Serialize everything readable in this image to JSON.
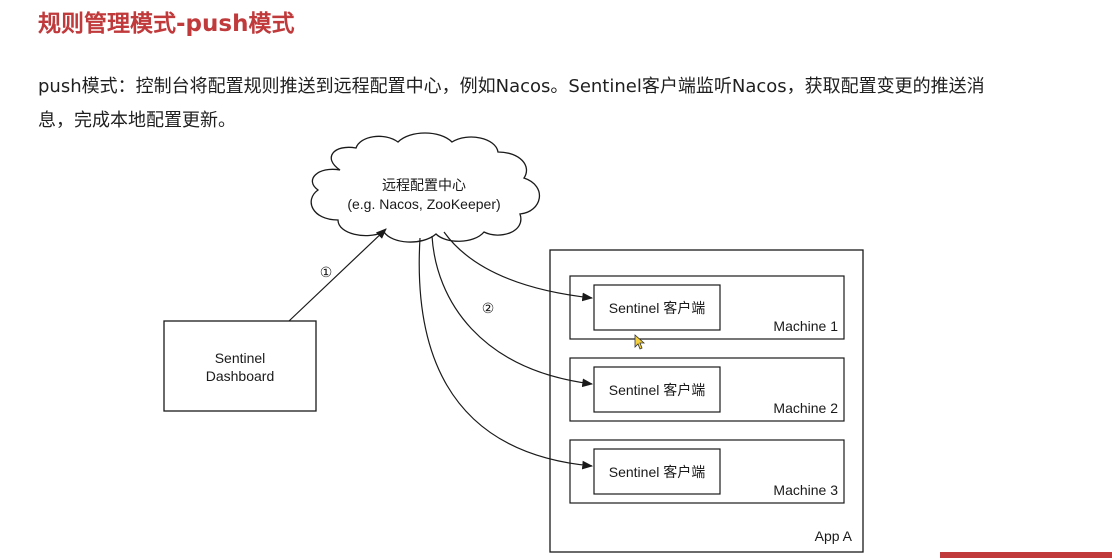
{
  "title": "规则管理模式-push模式",
  "description": {
    "line1": "push模式：控制台将配置规则推送到远程配置中心，例如Nacos。Sentinel客户端监听Nacos，获取配置变更的推送消",
    "line2": "息，完成本地配置更新。"
  },
  "diagram": {
    "config_center": {
      "line1": "远程配置中心",
      "line2": "(e.g. Nacos, ZooKeeper)"
    },
    "dashboard": {
      "line1": "Sentinel",
      "line2": "Dashboard"
    },
    "step1_label": "①",
    "step2_label": "②",
    "app_label": "App A",
    "machines": [
      {
        "client_label": "Sentinel 客户端",
        "machine_label": "Machine 1"
      },
      {
        "client_label": "Sentinel 客户端",
        "machine_label": "Machine 2"
      },
      {
        "client_label": "Sentinel 客户端",
        "machine_label": "Machine 3"
      }
    ]
  },
  "colors": {
    "title": "#c0393b",
    "accent_bar": "#c0393b",
    "stroke": "#222222"
  }
}
